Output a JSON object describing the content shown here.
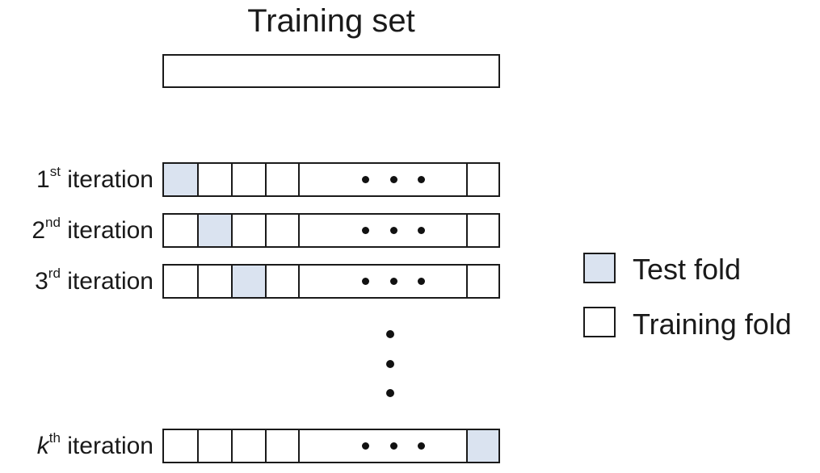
{
  "diagram": {
    "title": "Training set",
    "iterations": [
      {
        "number": "1",
        "suffix": "st",
        "word": "iteration",
        "test_fold": 1
      },
      {
        "number": "2",
        "suffix": "nd",
        "word": "iteration",
        "test_fold": 2
      },
      {
        "number": "3",
        "suffix": "rd",
        "word": "iteration",
        "test_fold": 3
      },
      {
        "number": "k",
        "suffix": "th",
        "word": "iteration",
        "test_fold": "last"
      }
    ],
    "legend": {
      "test": "Test fold",
      "training": "Training fold"
    },
    "colors": {
      "test_fold": "#dae3f0",
      "training_fold": "#ffffff",
      "outline": "#1a1a1a"
    }
  }
}
